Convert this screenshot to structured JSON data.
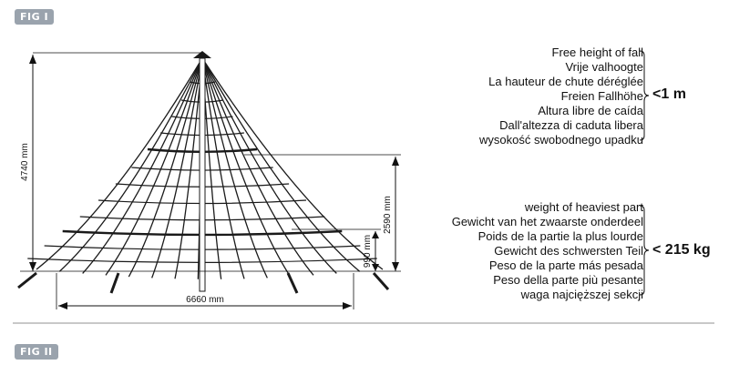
{
  "figures": {
    "fig1_label": "FIG I",
    "fig2_label": "FIG II"
  },
  "dimensions": {
    "total_height": "4740 mm",
    "upper_ring_height": "2590 mm",
    "lower_ring_height": "990 mm",
    "base_width": "6660 mm"
  },
  "free_fall": {
    "lines": [
      "Free height of fall",
      "Vrije valhoogte",
      "La hauteur de chute déréglée",
      "Freien Fallhöhe",
      "Altura libre de caída",
      "Dall'altezza di caduta libera",
      "wysokość swobodnego upadku"
    ],
    "value": "<1 m"
  },
  "heaviest_part": {
    "lines": [
      "weight of heaviest part",
      "Gewicht van het zwaarste onderdeel",
      "Poids de la partie la plus lourde",
      "Gewicht des schwersten Teil",
      "Peso de la parte más pesada",
      "Peso della parte più pesante",
      "waga najcięższej sekcji"
    ],
    "value": "< 215 kg"
  },
  "colors": {
    "rope": "#1a1a1a",
    "dimension_line": "#111111",
    "tag_bg": "#9aa3ad"
  }
}
